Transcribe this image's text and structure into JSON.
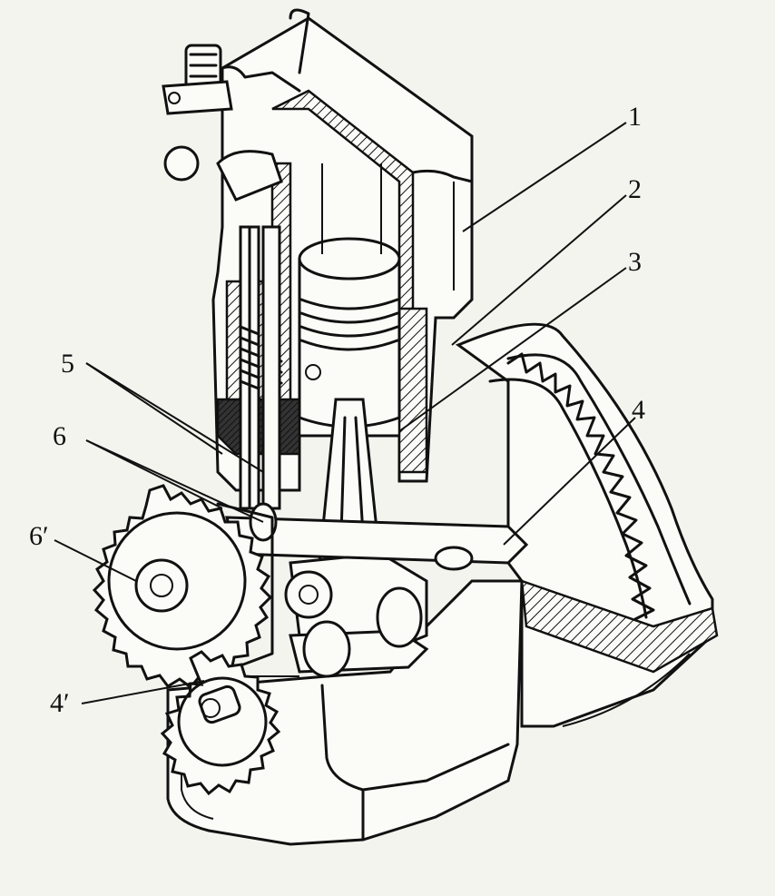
{
  "callouts": [
    {
      "id": "1",
      "label": "1"
    },
    {
      "id": "2",
      "label": "2"
    },
    {
      "id": "3",
      "label": "3"
    },
    {
      "id": "4",
      "label": "4"
    },
    {
      "id": "5",
      "label": "5"
    },
    {
      "id": "6",
      "label": "6"
    },
    {
      "id": "6p",
      "label": "6′"
    },
    {
      "id": "4p",
      "label": "4′"
    }
  ],
  "colors": {
    "ink": "#111111",
    "paper": "#f4f4ef"
  }
}
